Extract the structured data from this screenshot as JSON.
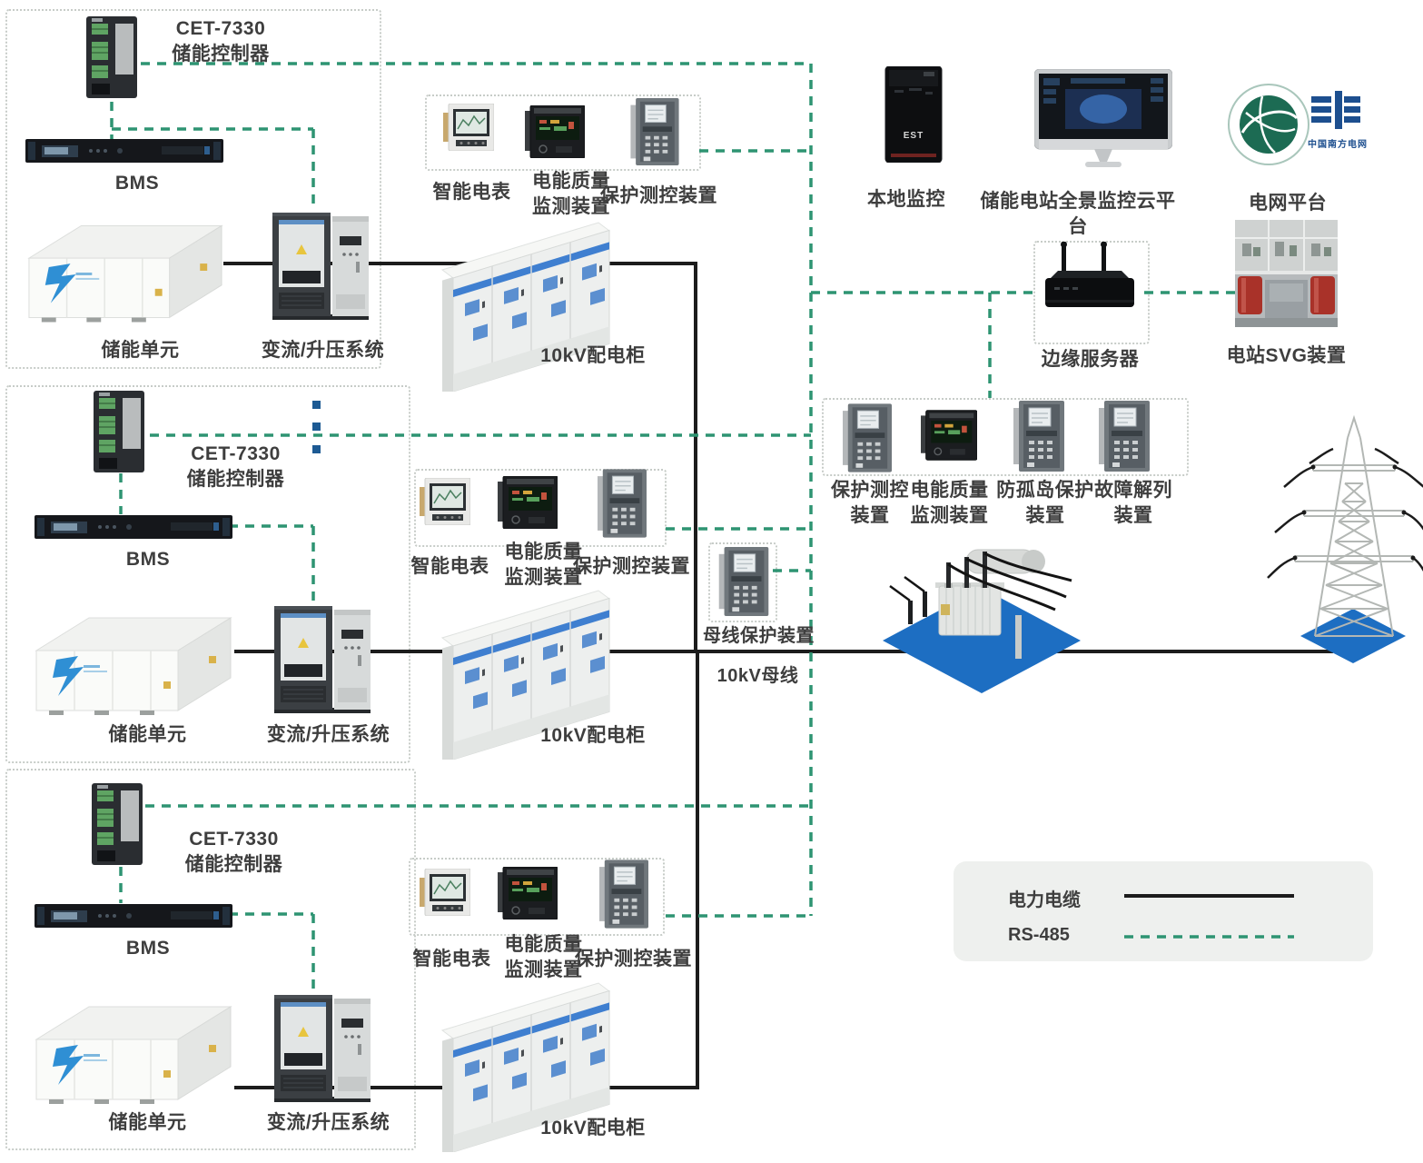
{
  "colors": {
    "rs485_line": "#2e9472",
    "power_line": "#1c1c1c",
    "group_border": "#c7ccc8",
    "legend_bg": "#eef0ee",
    "platform_blue": "#1d6ec2",
    "cabinet_stripe": "#3f7fd0",
    "continuation_dots": "#1d5a93"
  },
  "storage_groups": [
    {
      "controller_label": "CET-7330\n储能控制器",
      "bms_label": "BMS",
      "unit_label": "储能单元",
      "converter_label": "变流/升压系统"
    },
    {
      "controller_label": "CET-7330\n储能控制器",
      "bms_label": "BMS",
      "unit_label": "储能单元",
      "converter_label": "变流/升压系统"
    },
    {
      "controller_label": "CET-7330\n储能控制器",
      "bms_label": "BMS",
      "unit_label": "储能单元",
      "converter_label": "变流/升压系统"
    }
  ],
  "meter_groups": [
    {
      "meter_label": "智能电表",
      "pq_label": "电能质量\n监测装置",
      "protection_label": "保护测控装置",
      "cabinet_label": "10kV配电柜"
    },
    {
      "meter_label": "智能电表",
      "pq_label": "电能质量\n监测装置",
      "protection_label": "保护测控装置",
      "cabinet_label": "10kV配电柜"
    },
    {
      "meter_label": "智能电表",
      "pq_label": "电能质量\n监测装置",
      "protection_label": "保护测控装置",
      "cabinet_label": "10kV配电柜"
    }
  ],
  "monitoring": {
    "local_label": "本地监控",
    "local_screen_text": "EST",
    "cloud_label": "储能电站全景监控云平台",
    "grid_label": "电网平台",
    "grid_logo_text": "中国南方电网"
  },
  "edge_layer": {
    "server_label": "边缘服务器",
    "svg_label": "电站SVG装置"
  },
  "protection_row": {
    "protection_label": "保护测控\n装置",
    "pq_label": "电能质量\n监测装置",
    "anti_islanding_label": "防孤岛保护\n装置",
    "fault_split_label": "故障解列\n装置"
  },
  "bus_section": {
    "bus_protection_label": "母线保护装置",
    "bus_label": "10kV母线"
  },
  "legend": {
    "power_cable_label": "电力电缆",
    "rs485_label": "RS-485"
  }
}
